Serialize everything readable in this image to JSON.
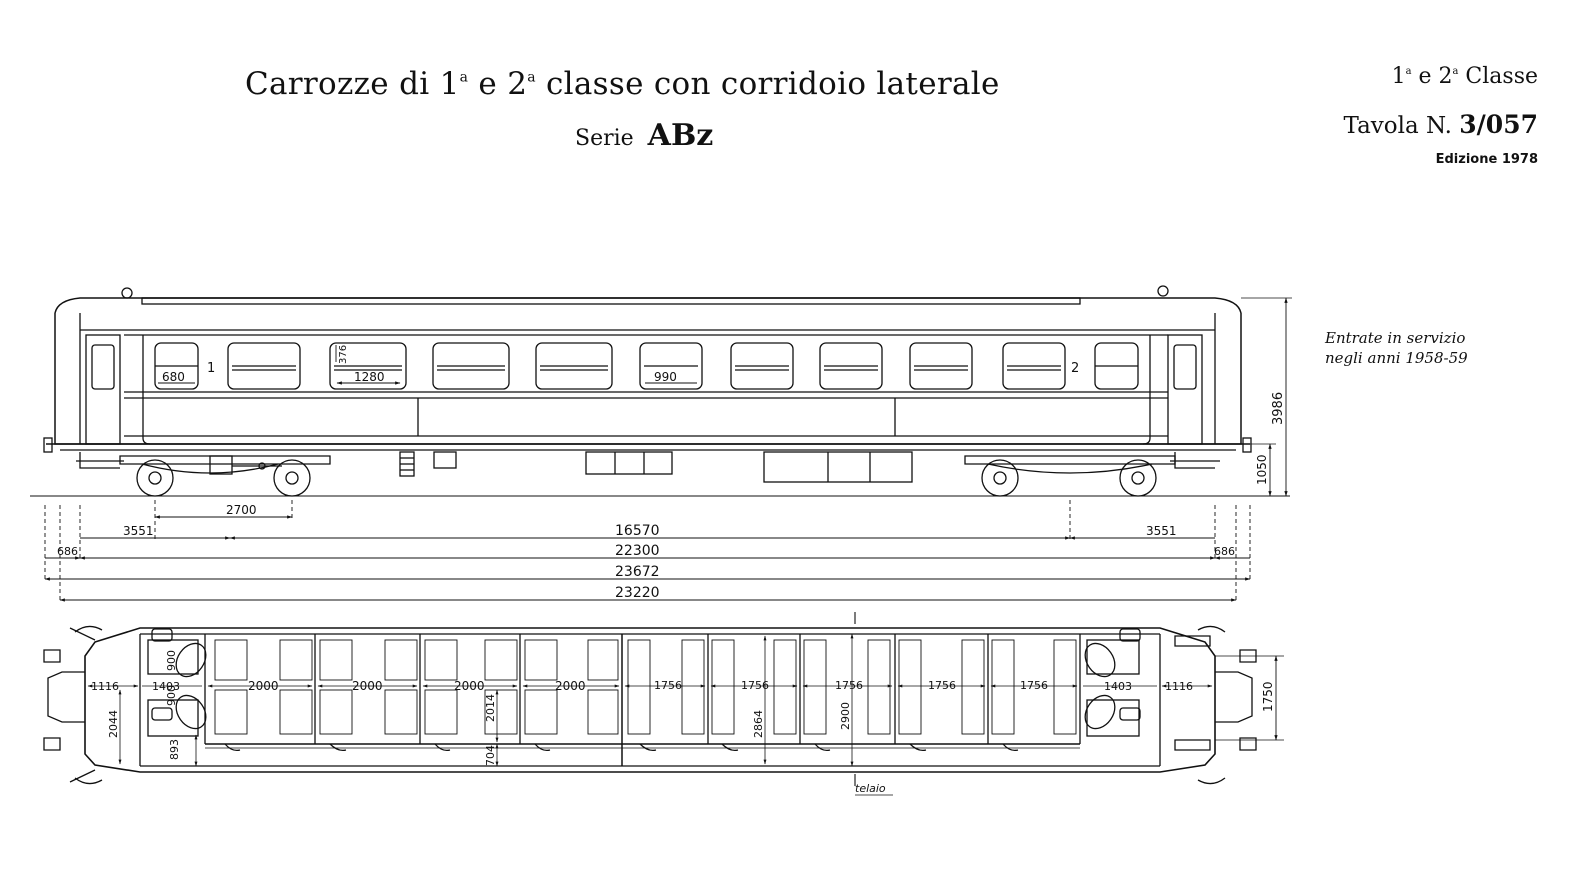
{
  "header": {
    "title_1": "Carrozze di 1",
    "title_sup1": "a",
    "title_2": " e 2",
    "title_sup2": "a",
    "title_3": " classe con corridoio laterale",
    "serie_label": "Serie",
    "serie_code": "ABz",
    "classe_1": "1",
    "classe_sup1": "a",
    "classe_2": " e 2",
    "classe_sup2": "a",
    "classe_3": " Classe",
    "tavola_label": "Tavola N.",
    "tavola_number": "3/057",
    "edition": "Edizione 1978"
  },
  "note": {
    "line1": "Entrate in servizio",
    "line2": "negli anni 1958-59"
  },
  "side_view": {
    "class_mark_left": "1",
    "class_mark_right": "2",
    "window_dims": [
      "680",
      "1280",
      "990",
      "376"
    ],
    "height_total": "3986",
    "floor_height": "1050"
  },
  "dimensions": {
    "bogie_wheelbase": "2700",
    "overhang_left": "3551",
    "bogie_centers": "16570",
    "overhang_right": "3551",
    "buffer_left": "686",
    "body_length": "22300",
    "buffer_right": "686",
    "over_buffers": "23672",
    "frame_length": "23220"
  },
  "plan_view": {
    "vestibule_left": "1116",
    "vestibule_right": "1116",
    "toilet_left": "1403",
    "toilet_right": "1403",
    "toilet_depth_1": "900",
    "toilet_depth_2": "900",
    "vestibule_depth": "2044",
    "door_width": "893",
    "corridor_width": "704",
    "compartment_depth": "2014",
    "inner_width_1": "2864",
    "inner_width_2": "2900",
    "gangway_width": "1750",
    "first_class_compartments": [
      "2000",
      "2000",
      "2000",
      "2000"
    ],
    "second_class_compartments": [
      "1756",
      "1756",
      "1756",
      "1756",
      "1756"
    ],
    "frame_label": "telaio"
  }
}
